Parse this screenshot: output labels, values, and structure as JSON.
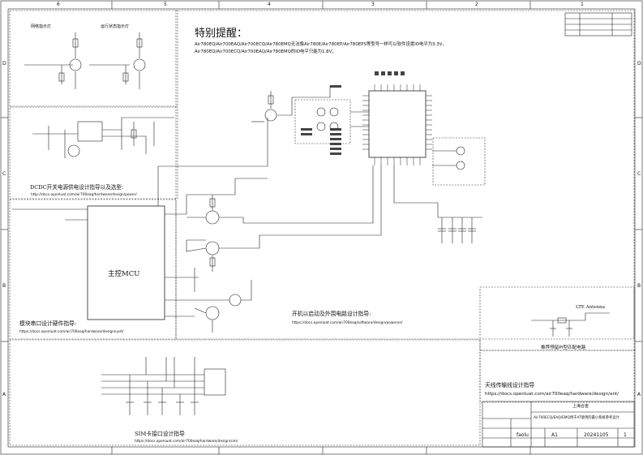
{
  "border": {
    "columns": [
      "6",
      "5",
      "4",
      "3",
      "2",
      "1"
    ],
    "rows": [
      "D",
      "C",
      "B",
      "A"
    ]
  },
  "notice": {
    "title": "特别提醒：",
    "line1": "Air780EQ/Air700EAQ/Air700ECQ/Air780EMQ无法像Air780E/Air780EP/Air780EPS等型号一样可以软件设置IO电平为3.3V，",
    "line2": "Air780EQ/Air700ECQ/Air700EAQ/Air780EMQ的IO电平只能为1.8V；"
  },
  "sections": {
    "network_led": "网络指示灯",
    "status_led": "运行状态指示灯",
    "dcdc_title": "DCDC开关电源供电设计指导以及选型:",
    "dcdc_url": "http://docs.openluat.com/air700eaq/hardware/design/power/",
    "mcu_label": "主控MCU",
    "uart_title": "模块串口设计硬件指导:",
    "uart_url": "https://docs.openluat.com/air700eaq/hardware/design/uart/",
    "power_title": "开机以启动及外围电路设计指导:",
    "power_url": "https://docs.openluat.com/air700eaq/software/design/poweron/",
    "lte_antenna": "LTE Antenna",
    "pi_match": "推荐预留PI型匹配电路",
    "antenna_title": "天线传输线设计指导",
    "antenna_url": "https://docs.openluat.com/air700eaq/hardware/design/ant/",
    "sim_title": "SIM卡接口设计指导",
    "sim_url": "https://docs.openluat.com/air700eaq/hardware/design/sim/"
  },
  "title_block": {
    "company": "上海合宙",
    "description": "Air700ECQ/EAQ/EMQ用于AT使用的最小系统参考设计",
    "author": "faolu",
    "size": "A1",
    "date": "20241105",
    "sheet": "1"
  }
}
